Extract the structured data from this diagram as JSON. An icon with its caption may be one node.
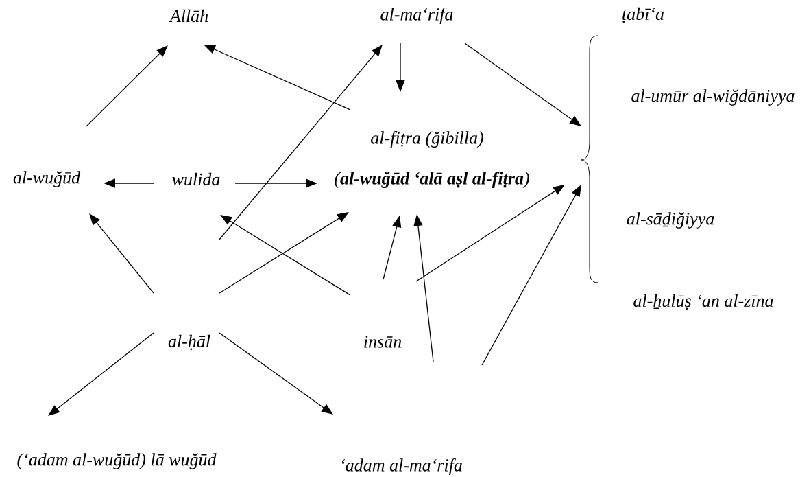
{
  "diagram": {
    "nodes": [
      {
        "text": [
          "Allāh"
        ]
      },
      {
        "text": [
          "al-ma‘rifa"
        ]
      },
      {
        "text": [
          "al-fiṭra (ğibilla)"
        ]
      },
      {
        "text": [
          "(**al-wuğūd ‘alā aṣl al-fiṭra**)"
        ]
      },
      {
        "text": [
          "al-wuğūd"
        ]
      },
      {
        "text": [
          "wulida"
        ]
      },
      {
        "text": [],
        "shape": "brace"
      },
      {
        "text": [
          "al-ḥāl"
        ]
      },
      {
        "text": [
          "insān"
        ]
      },
      {
        "text": [
          "(‘adam al-wuğūd) lā wuğūd"
        ]
      },
      {
        "text": [
          "‘adam al-ma‘rifa"
        ]
      }
    ],
    "edges": [
      {
        "from": 4,
        "to": 0,
        "arrow": "to"
      },
      {
        "from": 2,
        "to": 0,
        "arrow": "to"
      },
      {
        "from": 1,
        "to": 2,
        "arrow": "to"
      },
      {
        "from": 1,
        "to": 6,
        "arrow": "to"
      },
      {
        "from": null,
        "to": 1,
        "arrow": "to"
      },
      {
        "from": 7,
        "to": 3,
        "arrow": "to"
      },
      {
        "from": 7,
        "to": 4,
        "arrow": "to"
      },
      {
        "from": 7,
        "to": 9,
        "arrow": "to"
      },
      {
        "from": 7,
        "to": 10,
        "arrow": "to"
      },
      {
        "from": 8,
        "to": 5,
        "arrow": "to"
      },
      {
        "from": 8,
        "to": 3,
        "arrow": "to"
      },
      {
        "from": 8,
        "to": 6,
        "arrow": "to"
      },
      {
        "from": 8,
        "to": 3,
        "arrow": "to"
      },
      {
        "from": null,
        "to": 6,
        "arrow": "to"
      },
      {
        "from": 5,
        "to": 4,
        "arrow": "to"
      },
      {
        "from": 5,
        "to": 3,
        "arrow": "to"
      }
    ],
    "labels": [
      "ṭabī‘a",
      "al-umūr al-wiğdāniyya",
      "al-sāḏiğiyya",
      "al-ẖulūṣ ‘an al-zīna"
    ]
  }
}
